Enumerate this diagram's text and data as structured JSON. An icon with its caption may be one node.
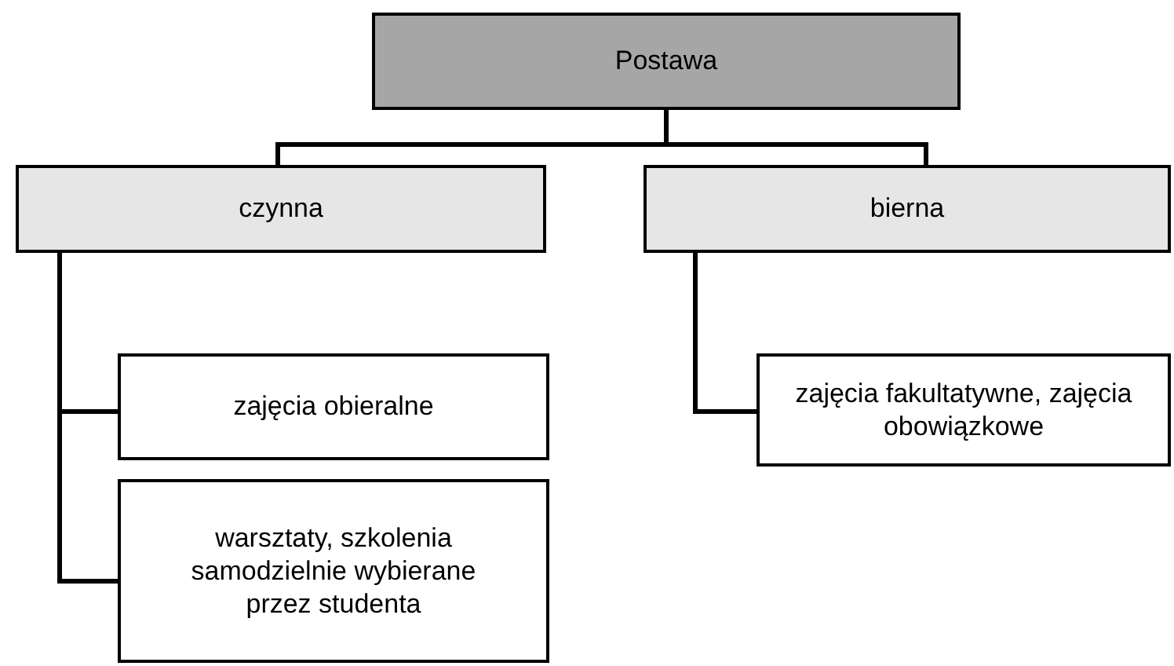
{
  "diagram": {
    "nodes": [
      {
        "text": [
          "Postawa"
        ]
      },
      {
        "text": [
          "czynna"
        ]
      },
      {
        "text": [
          "bierna"
        ]
      },
      {
        "text": [
          "zajęcia obieralne"
        ]
      },
      {
        "text": [
          "warsztaty, szkolenia samodzielnie wybierane przez studenta"
        ]
      },
      {
        "text": [
          "zajęcia fakultatywne, zajęcia obowiązkowe"
        ]
      }
    ],
    "edges": [
      {
        "from": 0,
        "to": 1,
        "arrow": "none"
      },
      {
        "from": 0,
        "to": 2,
        "arrow": "none"
      },
      {
        "from": 1,
        "to": 3,
        "arrow": "none"
      },
      {
        "from": 1,
        "to": 4,
        "arrow": "none"
      },
      {
        "from": 2,
        "to": 5,
        "arrow": "none"
      }
    ]
  }
}
